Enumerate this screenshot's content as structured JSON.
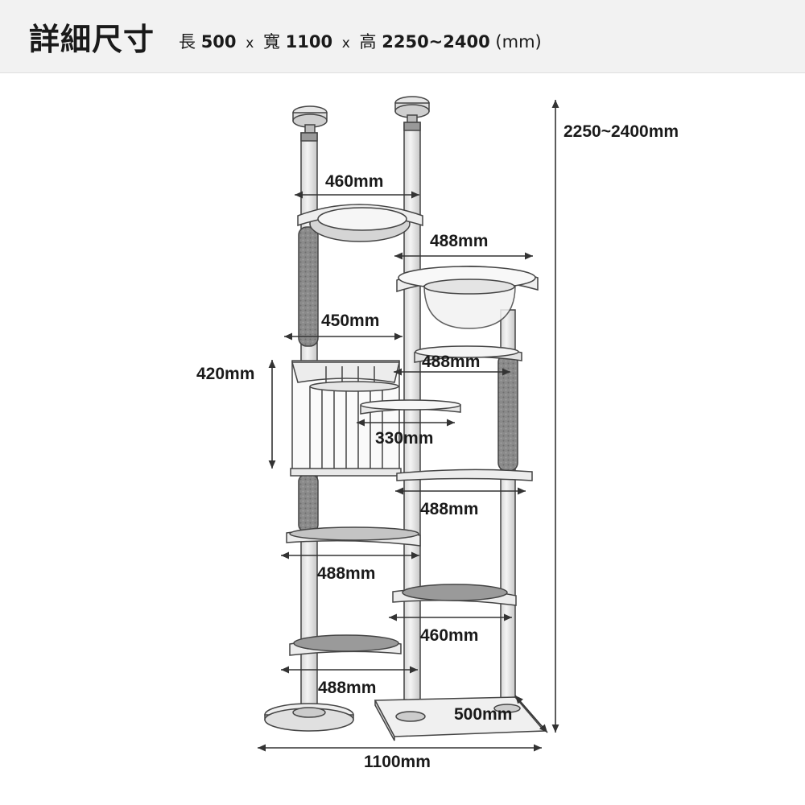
{
  "header": {
    "title": "詳細尺寸",
    "length_label": "長",
    "length_value": "500",
    "width_label": "寬",
    "width_value": "1100",
    "height_label": "高",
    "height_value": "2250~2400",
    "separator": "x",
    "unit": "(mm)"
  },
  "dimensions": {
    "total_height": "2250~2400mm",
    "top_platform": "460mm",
    "bowl_platform": "488mm",
    "scratch_level": "450mm",
    "right_mid_platform": "488mm",
    "box_height": "420mm",
    "small_step": "330mm",
    "right_lower_platform": "488mm",
    "left_lower_platform": "488mm",
    "right_bottom_platform": "460mm",
    "left_bottom_platform": "488mm",
    "base_depth": "500mm",
    "total_width": "1100mm"
  }
}
